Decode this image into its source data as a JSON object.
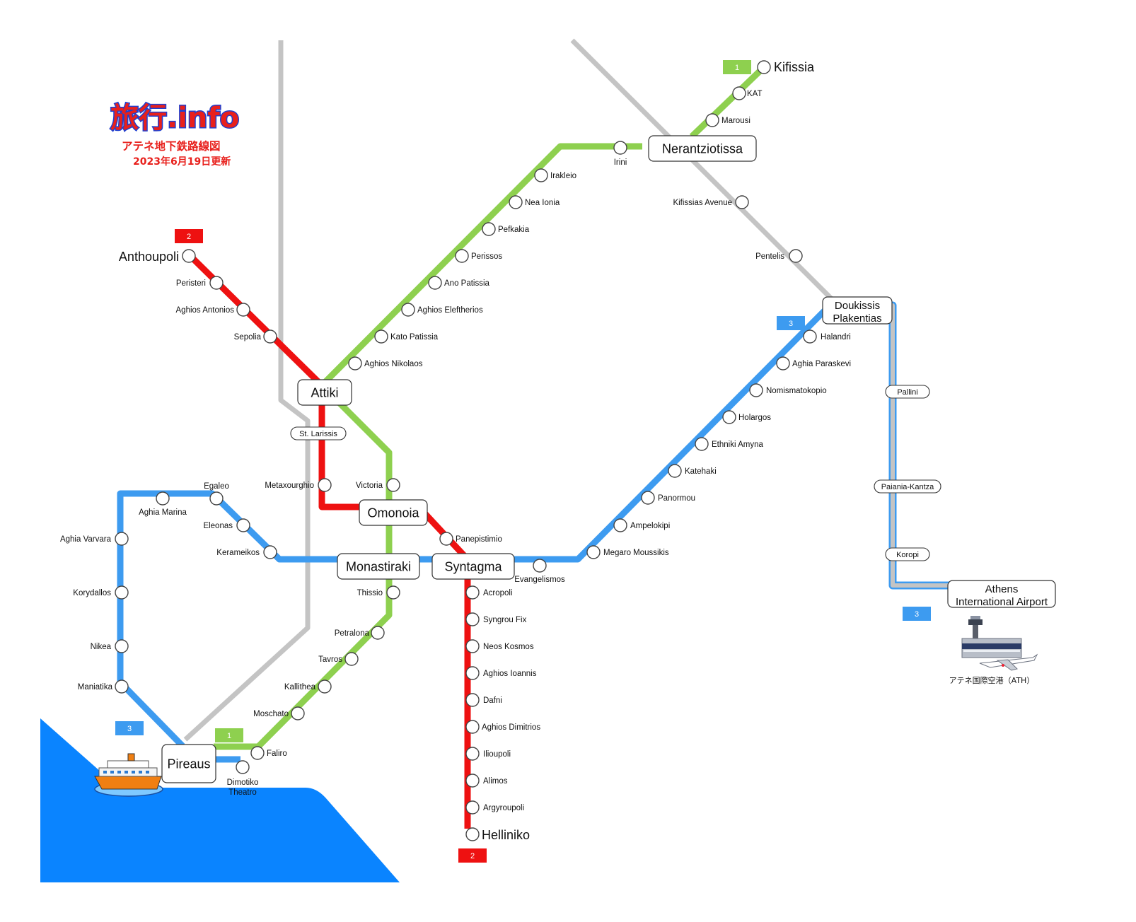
{
  "brand": {
    "logo_text": "旅行.info",
    "subtitle": "アテネ地下鉄路線図",
    "updated": "2023年6月19日更新"
  },
  "colors": {
    "line1": "#8ed04f",
    "line2": "#ee1111",
    "line3": "#3d9bf0",
    "rail": "#c4c4c4",
    "sea": "#0a84ff",
    "logo_red": "#e8201c",
    "logo_blue": "#1f3fd0"
  },
  "badges": {
    "line1_top": "1",
    "line1_pireaus": "1",
    "line2_top": "2",
    "line2_bottom": "2",
    "line3_halandri": "3",
    "line3_maniatika": "3",
    "line3_airport": "3"
  },
  "hubs": {
    "attiki": "Attiki",
    "omonoia": "Omonoia",
    "monastiraki": "Monastiraki",
    "syntagma": "Syntagma",
    "nerantziotissa": "Nerantziotissa",
    "doukissis_1": "Doukissis",
    "doukissis_2": "Plakentias",
    "pireaus": "Pireaus",
    "airport_1": "Athens",
    "airport_2": "International Airport"
  },
  "rail_stations": {
    "st_larissis": "St. Larissis",
    "pallini": "Pallini",
    "paiania": "Paiania-Kantza",
    "koropi": "Koropi"
  },
  "stations": {
    "kifissia": "Kifissia",
    "kat": "KAT",
    "marousi": "Marousi",
    "irini": "Irini",
    "irakleio": "Irakleio",
    "nea_ionia": "Nea Ionia",
    "pefkakia": "Pefkakia",
    "perissos": "Perissos",
    "ano_patissia": "Ano Patissia",
    "aghios_eleftherios": "Aghios Eleftherios",
    "kato_patissia": "Kato Patissia",
    "aghios_nikolaos": "Aghios Nikolaos",
    "victoria": "Victoria",
    "thissio": "Thissio",
    "petralona": "Petralona",
    "tavros": "Tavros",
    "kallithea": "Kallithea",
    "moschato": "Moschato",
    "faliro": "Faliro",
    "anthoupoli": "Anthoupoli",
    "peristeri": "Peristeri",
    "aghios_antonios": "Aghios Antonios",
    "sepolia": "Sepolia",
    "metaxourghio": "Metaxourghio",
    "panepistimio": "Panepistimio",
    "acropoli": "Acropoli",
    "syngrou_fix": "Syngrou Fix",
    "neos_kosmos": "Neos Kosmos",
    "aghios_ioannis": "Aghios Ioannis",
    "dafni": "Dafni",
    "aghios_dimitrios": "Aghios Dimitrios",
    "ilioupoli": "Ilioupoli",
    "alimos": "Alimos",
    "argyroupoli": "Argyroupoli",
    "helliniko": "Helliniko",
    "kifissias_avenue": "Kifissias Avenue",
    "pentelis": "Pentelis",
    "halandri": "Halandri",
    "aghia_paraskevi": "Aghia Paraskevi",
    "nomismatokopio": "Nomismatokopio",
    "holargos": "Holargos",
    "ethniki_amyna": "Ethniki Amyna",
    "katehaki": "Katehaki",
    "panormou": "Panormou",
    "ampelokipi": "Ampelokipi",
    "megaro_moussikis": "Megaro Moussikis",
    "evangelismos": "Evangelismos",
    "kerameikos": "Kerameikos",
    "eleonas": "Eleonas",
    "egaleo": "Egaleo",
    "aghia_marina": "Aghia Marina",
    "aghia_varvara": "Aghia Varvara",
    "korydallos": "Korydallos",
    "nikea": "Nikea",
    "maniatika": "Maniatika",
    "dimotiko_1": "Dimotiko",
    "dimotiko_2": "Theatro"
  },
  "airport_icon": {
    "icon": "airport-terminal-icon",
    "caption": "アテネ国際空港（ATH）"
  },
  "ferry_icon": {
    "icon": "ferry-ship-icon"
  }
}
